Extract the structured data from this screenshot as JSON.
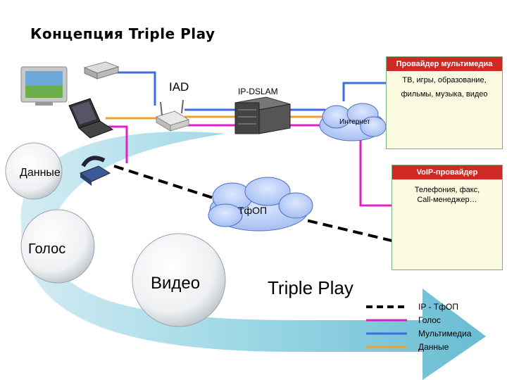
{
  "title": "Концепция Triple Play",
  "devices": {
    "iad_label": "IAD",
    "dslam_label": "IP-DSLAM"
  },
  "multimedia_provider": {
    "header": "Провайдер мультимедиа",
    "line1": "ТВ, игры, образование,",
    "line2": "фильмы, музыка, видео"
  },
  "voip_provider": {
    "header": "VoIP-провайдер",
    "line1": "Телефония, факс,",
    "line2": "Call-менеджер…"
  },
  "clouds": {
    "internet": "Интернет",
    "pstn": "ТфОП"
  },
  "circles": {
    "data": "Данные",
    "voice": "Голос",
    "video": "Видео"
  },
  "triple_play_label": "Triple Play",
  "legend": [
    {
      "label": "IP - ТфОП",
      "style": "dashed",
      "color": "#000000"
    },
    {
      "label": "Голос",
      "style": "solid",
      "color": "#e020c8"
    },
    {
      "label": "Мультимедиа",
      "style": "solid",
      "color": "#3a6fe0"
    },
    {
      "label": "Данные",
      "style": "solid",
      "color": "#f0a030"
    }
  ],
  "colors": {
    "voice": "#e020c8",
    "multimedia": "#3a6fe0",
    "data": "#f0a030",
    "pstn": "#000000",
    "box_header": "#ce2a24",
    "arrow": "#6ec4d6"
  }
}
